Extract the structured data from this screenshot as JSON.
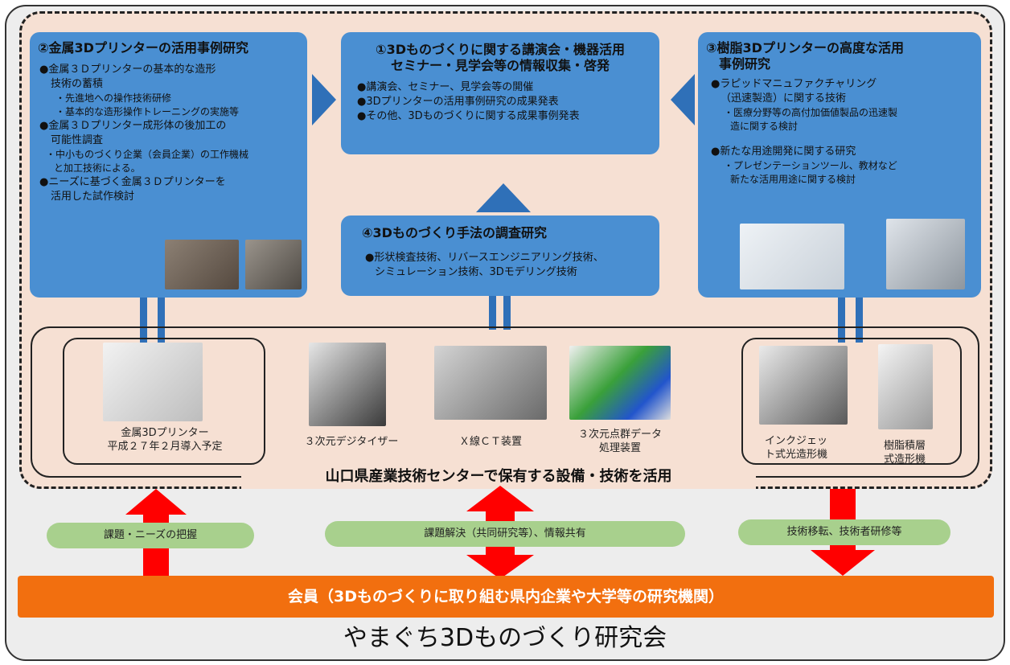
{
  "colors": {
    "box_blue": "#4a8fd2",
    "arrow_blue": "#2f70b8",
    "red_arrow": "#ff0000",
    "member_orange": "#f26f0f",
    "pill_green": "#a8d08d",
    "panel_bg": "#f6e0d3"
  },
  "box1": {
    "title1": "①3Dものづくりに関する講演会・機器活用",
    "title2": "セミナー・見学会等の情報収集・啓発",
    "items": [
      "●講演会、セミナー、見学会等の開催",
      "●3Dプリンターの活用事例研究の成果発表",
      "●その他、3Dものづくりに関する成果事例発表"
    ]
  },
  "box2": {
    "title": "②金属3Dプリンターの活用事例研究",
    "l1": "●金属３Ｄプリンターの基本的な造形",
    "l2": "技術の蓄積",
    "s1": "・先進地への操作技術研修",
    "s2": "・基本的な造形操作トレーニングの実施等",
    "l3": "●金属３Ｄプリンター成形体の後加工の",
    "l4": "可能性調査",
    "s3": "・中小ものづくり企業（会員企業）の工作機械",
    "s4": "と加工技術による。",
    "l5": "●ニーズに基づく金属３Ｄプリンターを",
    "l6": "活用した試作検討"
  },
  "box3": {
    "title1": "③樹脂3Dプリンターの高度な活用",
    "title2": "事例研究",
    "l1": "●ラピッドマニュファクチャリング",
    "l2": "（迅速製造）に関する技術",
    "s1": "・医療分野等の高付加価値製品の迅速製",
    "s2": "造に関する検討",
    "l3": "●新たな用途開発に関する研究",
    "s3": "・プレゼンテーションツール、教材など",
    "s4": "新たな活用用途に関する検討"
  },
  "box4": {
    "title": "④3Dものづくり手法の調査研究",
    "l1": "●形状検査技術、リバースエンジニアリング技術、",
    "l2": "シミュレーション技術、3Dモデリング技術"
  },
  "equipment": {
    "metal_printer_1": "金属3Dプリンター",
    "metal_printer_2": "平成２７年２月導入予定",
    "digitizer": "３次元デジタイザー",
    "xray_ct": "Ｘ線ＣＴ装置",
    "pointcloud_1": "３次元点群データ",
    "pointcloud_2": "処理装置",
    "inkjet_1": "インクジェッ",
    "inkjet_2": "ト式光造形機",
    "resin_1": "樹脂積層",
    "resin_2": "式造形機",
    "title": "山口県産業技術センターで保有する設備・技術を活用"
  },
  "flows": {
    "left": "課題・ニーズの把握",
    "middle": "課題解決（共同研究等）、情報共有",
    "right": "技術移転、技術者研修等"
  },
  "members": "会員（3Dものづくりに取り組む県内企業や大学等の研究機関）",
  "org_title": "やまぐち3Dものづくり研究会"
}
